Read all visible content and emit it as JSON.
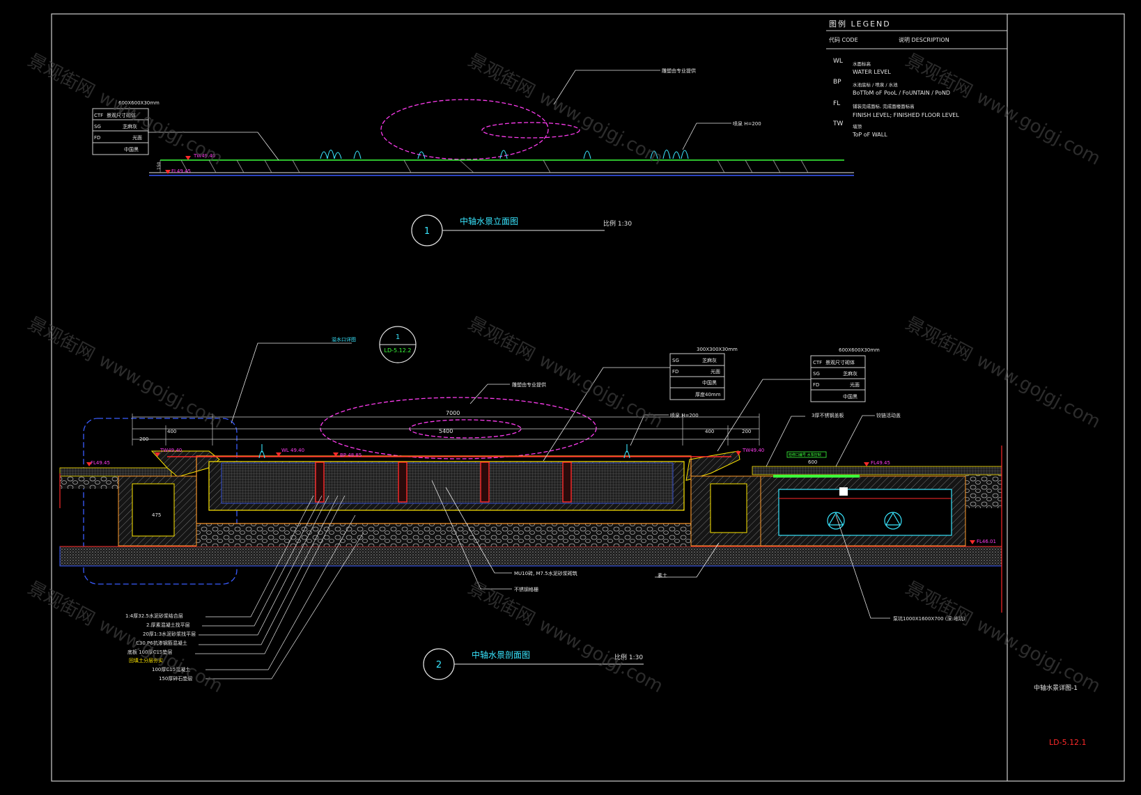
{
  "legend": {
    "title": "图例 LEGEND",
    "header_code": "代码 CODE",
    "header_desc": "说明 DESCRIPTION",
    "rows": [
      {
        "code": "WL",
        "cn": "水面标高",
        "en": "WATER LEVEL"
      },
      {
        "code": "BP",
        "cn": "水池底标 / 喷泉 / 水池",
        "en": "BoTToM oF PooL / FoUNTAIN / PoND"
      },
      {
        "code": "FL",
        "cn": "铺装完成面标, 完成面楼面标高",
        "en": "FINISH LEVEL; FINISHED FLOOR LEVEL"
      },
      {
        "code": "TW",
        "cn": "墙顶",
        "en": "ToP oF WALL"
      }
    ]
  },
  "view1": {
    "number": "1",
    "title": "中轴水景立面图",
    "scale": "比例 1:30",
    "table_size": "600X600X30mm",
    "table_rows": [
      [
        "CTF",
        "景观尺寸砌体"
      ],
      [
        "SG",
        "芝麻灰"
      ],
      [
        "FD",
        "光面"
      ],
      [
        "",
        "中国黑"
      ]
    ],
    "callouts": {
      "sculpture": "雕塑由专业提供",
      "jet": "喷泉 H=200"
    },
    "levels": {
      "tw": "TW49.40",
      "fl": "FL49.45"
    }
  },
  "view2": {
    "number": "2",
    "title": "中轴水景剖面图",
    "scale": "比例 1:30",
    "detail_ref": {
      "number": "1",
      "sheet": "LD-5.12.2"
    },
    "overflow_note": "溢水口详图",
    "sculpture_note": "雕塑由专业提供",
    "jet_note": "喷泉 H=200",
    "tables": [
      {
        "size": "300X300X30mm",
        "rows": [
          [
            "SG",
            "芝麻灰"
          ],
          [
            "FD",
            "光面"
          ],
          [
            "",
            "中国黑"
          ],
          [
            "",
            "厚度40mm"
          ]
        ]
      },
      {
        "size": "600X600X30mm",
        "rows": [
          [
            "CTF",
            "景观尺寸砌体"
          ],
          [
            "SG",
            "芝麻灰"
          ],
          [
            "FD",
            "光面"
          ],
          [
            "",
            "中国黑"
          ]
        ]
      }
    ],
    "dims": {
      "overall": "7000",
      "inner": "5400",
      "left1": "400",
      "left2": "200",
      "right1": "400",
      "right2": "200",
      "box": "475",
      "lid": "600"
    },
    "levels": {
      "fl_left": "FL49.45",
      "tw_left": "TW49.40",
      "wl": "WL 49.40",
      "bp": "BP 48.85",
      "tw_right": "TW49.40",
      "fl_right": "FL49.45",
      "bottom": "FL46.01"
    },
    "layer_notes": [
      "1:4厚32.5水泥砂浆结合层",
      "2.厚素混凝土找平层",
      "20厚1:3水泥砂浆找平层",
      "C30,P6抗渗钢筋混凝土",
      "底板 100厚C15垫层",
      "回填土分层夯实",
      "100厚C15混凝土",
      "150厚碎石垫层"
    ],
    "bottom_notes": {
      "wall": "MU10砖, M7.5水泥砂浆砌筑",
      "drain": "不锈钢格栅",
      "plain": "素土",
      "pump": "泵坑1000X1600X700 (深:地坑)"
    },
    "right_notes": {
      "cover": "3厚不锈钢盖板",
      "hinge": "铰链活动盖",
      "sign": "检修口编号 水泵控制"
    }
  },
  "title_block": {
    "drawing_name": "中轴水景详图-1",
    "sheet_no": "LD-5.12.1"
  },
  "watermark": {
    "cn": "景观街网",
    "url": "www.gojgj.com"
  },
  "colors": {
    "magenta": "#ff3cf0",
    "cyan": "#39e6ff",
    "green": "#3cff3c",
    "yellow": "#ffe700",
    "red": "#ff2a2a",
    "blue": "#3a5cff",
    "orange": "#ff9a2a",
    "white": "#e6e6e6"
  }
}
